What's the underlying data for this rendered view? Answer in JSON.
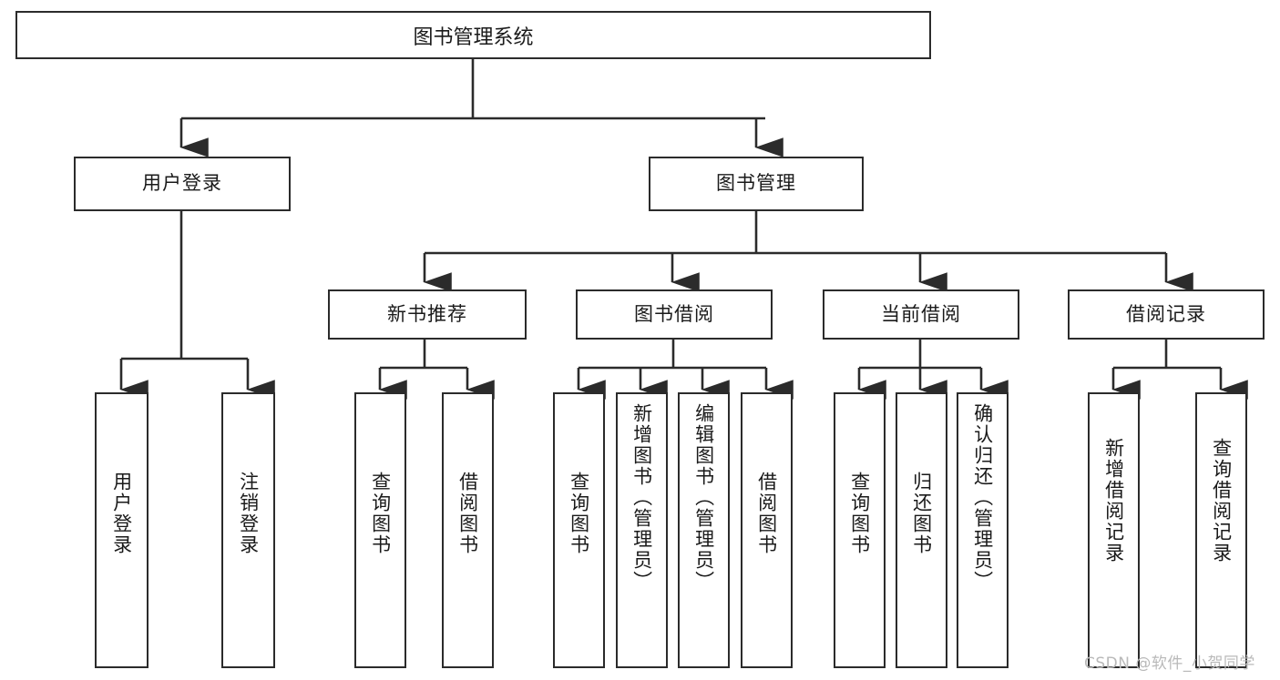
{
  "diagram": {
    "title": "图书管理系统",
    "type": "hierarchy-tree",
    "watermark": "CSDN @软件_小贺同学",
    "colors": {
      "stroke": "#2b2b2b",
      "fill": "#ffffff",
      "text": "#1a1a1a",
      "watermark": "#b9b9b9"
    },
    "nodes": {
      "root": {
        "label": "图书管理系统"
      },
      "level1": [
        {
          "label": "用户登录"
        },
        {
          "label": "图书管理"
        }
      ],
      "level2": [
        {
          "label": "新书推荐"
        },
        {
          "label": "图书借阅"
        },
        {
          "label": "当前借阅"
        },
        {
          "label": "借阅记录"
        }
      ],
      "leaves_user_login": [
        {
          "label": "用户登录"
        },
        {
          "label": "注销登录"
        }
      ],
      "leaves_new_book": [
        {
          "label": "查询图书"
        },
        {
          "label": "借阅图书"
        }
      ],
      "leaves_borrow": [
        {
          "label": "查询图书"
        },
        {
          "label": "新增图书（管理员）"
        },
        {
          "label": "编辑图书（管理员）"
        },
        {
          "label": "借阅图书"
        }
      ],
      "leaves_current": [
        {
          "label": "查询图书"
        },
        {
          "label": "归还图书"
        },
        {
          "label": "确认归还（管理员）"
        }
      ],
      "leaves_records": [
        {
          "label": "新增借阅记录"
        },
        {
          "label": "查询借阅记录"
        }
      ]
    }
  }
}
